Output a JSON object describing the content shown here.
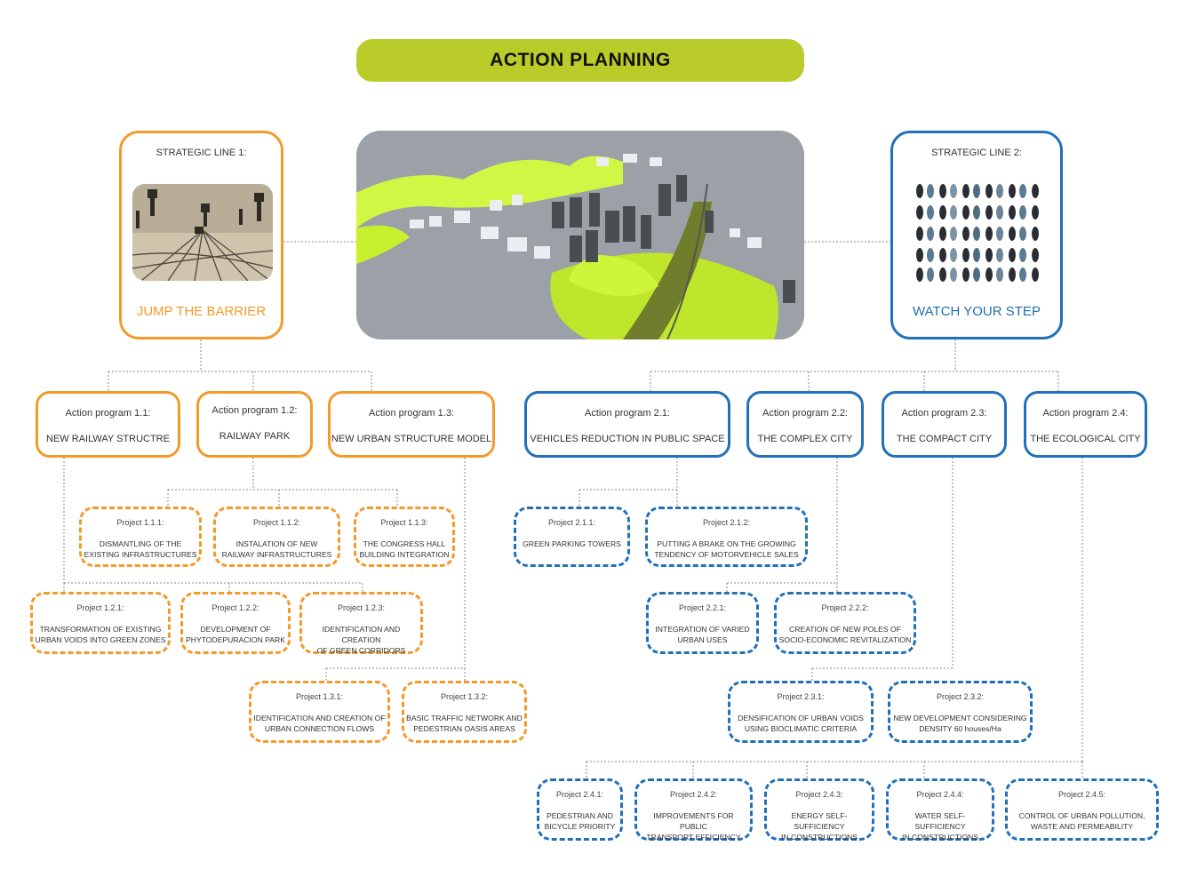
{
  "title": "ACTION PLANNING",
  "colors": {
    "line1": "#f39a2b",
    "line2": "#2370b8",
    "title_bg": "#b9cc2a",
    "green": "#c8ff2e"
  },
  "strategic": [
    {
      "label": "STRATEGIC LINE 1:",
      "name": "JUMP THE BARRIER",
      "image": "railway-tracks-photo"
    },
    {
      "label": "STRATEGIC LINE 2:",
      "name": "WATCH YOUR STEP",
      "image": "footprints-grid"
    }
  ],
  "center_image": "urban-masterplan-3d-model",
  "programs": [
    {
      "label": "Action program  1.1:",
      "name": "NEW RAILWAY STRUCTRE"
    },
    {
      "label": "Action program  1.2:",
      "name": "RAILWAY PARK"
    },
    {
      "label": "Action program 1.3:",
      "name": "NEW URBAN STRUCTURE MODEL"
    },
    {
      "label": "Action program 2.1:",
      "name": "VEHICLES REDUCTION IN PUBLIC SPACE"
    },
    {
      "label": "Action program 2.2:",
      "name": "THE COMPLEX CITY"
    },
    {
      "label": "Action program 2.3:",
      "name": "THE COMPACT CITY"
    },
    {
      "label": "Action program 2.4:",
      "name": "THE ECOLOGICAL CITY"
    }
  ],
  "projects": [
    {
      "label": "Project 1.1.1:",
      "line1": "DISMANTLING OF THE",
      "line2": "EXISTING INFRASTRUCTURES"
    },
    {
      "label": "Project 1.1.2:",
      "line1": "INSTALATION OF NEW",
      "line2": "RAILWAY INFRASTRUCTURES"
    },
    {
      "label": "Project 1.1.3:",
      "line1": "THE CONGRESS HALL",
      "line2": "BUILDING INTEGRATION"
    },
    {
      "label": "Project 1.2.1:",
      "line1": "TRANSFORMATION OF EXISTING",
      "line2": "URBAN VOIDS INTO GREEN ZONES"
    },
    {
      "label": "Project 1.2.2:",
      "line1": "DEVELOPMENT  OF",
      "line2": "PHYTODEPURACION PARK"
    },
    {
      "label": "Project 1.2.3:",
      "line1": "IDENTIFICATION AND CREATION",
      "line2": "OF GREEN CORRIDORS"
    },
    {
      "label": "Project 1.3.1:",
      "line1": "IDENTIFICATION AND CREATION OF",
      "line2": "URBAN CONNECTION FLOWS"
    },
    {
      "label": "Project 1.3.2:",
      "line1": "BASIC TRAFFIC NETWORK AND",
      "line2": "PEDESTRIAN OASIS AREAS"
    },
    {
      "label": "Project 2.1.1:",
      "line1": "GREEN PARKING TOWERS",
      "line2": ""
    },
    {
      "label": "Project 2.1.2:",
      "line1": "PUTTING A BRAKE ON THE GROWING",
      "line2": "TENDENCY OF MOTORVEHICLE SALES"
    },
    {
      "label": "Project 2.2.1:",
      "line1": "INTEGRATION OF VARIED",
      "line2": "URBAN USES"
    },
    {
      "label": "Project 2.2.2:",
      "line1": "CREATION OF NEW POLES OF",
      "line2": "SOCIO-ECONOMIC REVITALIZATION"
    },
    {
      "label": "Project 2.3.1:",
      "line1": "DENSIFICATION OF URBAN VOIDS",
      "line2": "USING BIOCLIMATIC CRITERIA"
    },
    {
      "label": "Project 2.3.2:",
      "line1": "NEW DEVELOPMENT CONSIDERING",
      "line2": "DENSITY 60 houses/Ha"
    },
    {
      "label": "Project 2.4.1:",
      "line1": "PEDESTRIAN AND",
      "line2": "BICYCLE PRIORITY"
    },
    {
      "label": "Project 2.4.2:",
      "line1": "IMPROVEMENTS FOR PUBLIC",
      "line2": "TRANSPORT EFFICIENCY"
    },
    {
      "label": "Project 2.4.3:",
      "line1": "ENERGY SELF-SUFFICIENCY",
      "line2": "IN CONSTRUCTIONS"
    },
    {
      "label": "Project 2.4.4:",
      "line1": "WATER SELF-SUFFICIENCY",
      "line2": "IN CONSTRUCTIONS"
    },
    {
      "label": "Project 2.4.5:",
      "line1": "CONTROL OF URBAN POLLUTION,",
      "line2": "WASTE AND PERMEABILITY"
    }
  ]
}
